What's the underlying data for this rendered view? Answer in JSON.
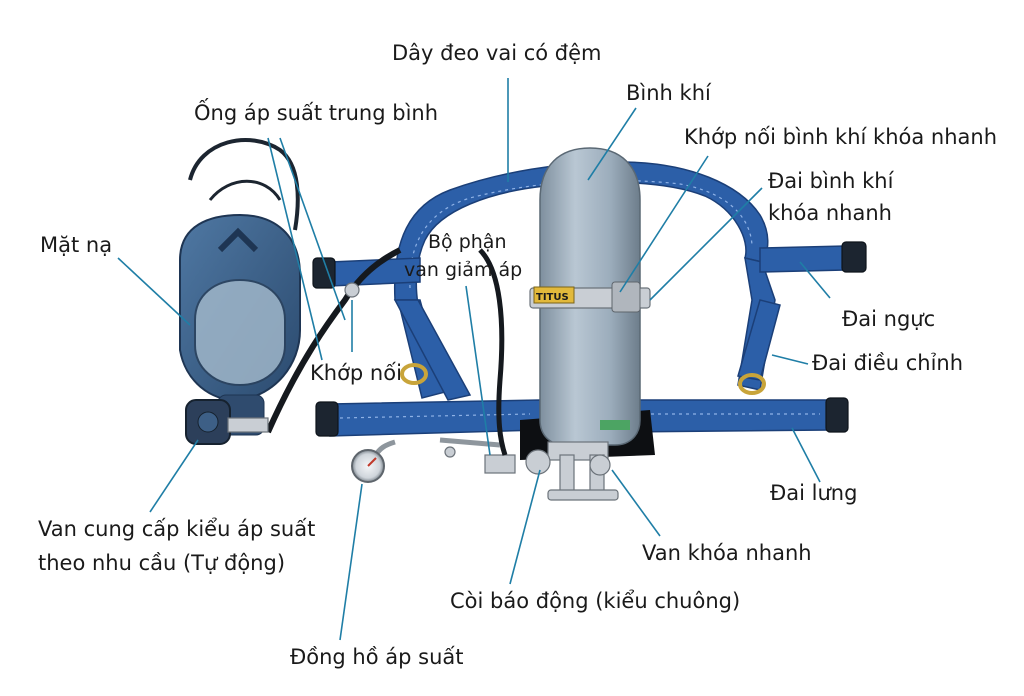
{
  "labels": {
    "shoulder_strap": "Dây đeo vai có đệm",
    "cylinder": "Bình khí",
    "medium_pressure_hose": "Ống áp suất trung bình",
    "quick_coupling_cylinder": "Khớp nối bình khí khóa nhanh",
    "cylinder_band_line1": "Đai bình khí",
    "cylinder_band_line2": "khóa nhanh",
    "mask": "Mặt nạ",
    "regulator_line1": "Bộ phận",
    "regulator_line2": "van giảm áp",
    "chest_strap": "Đai ngực",
    "coupling": "Khớp nối",
    "adjust_strap": "Đai điều chỉnh",
    "demand_valve_line1": "Van cung cấp kiểu áp suất",
    "demand_valve_line2": "theo nhu cầu (Tự động)",
    "waist_belt": "Đai lưng",
    "quick_valve": "Van khóa nhanh",
    "alarm": "Còi báo động (kiểu chuông)",
    "pressure_gauge": "Đồng hồ áp suất"
  },
  "cylinder_tag": "TITUS",
  "colors": {
    "strap": "#2c5fa8",
    "cylinder": "#9fb0bf",
    "leader_line": "#1f7ea6",
    "mask_body": "#3d5f86"
  }
}
